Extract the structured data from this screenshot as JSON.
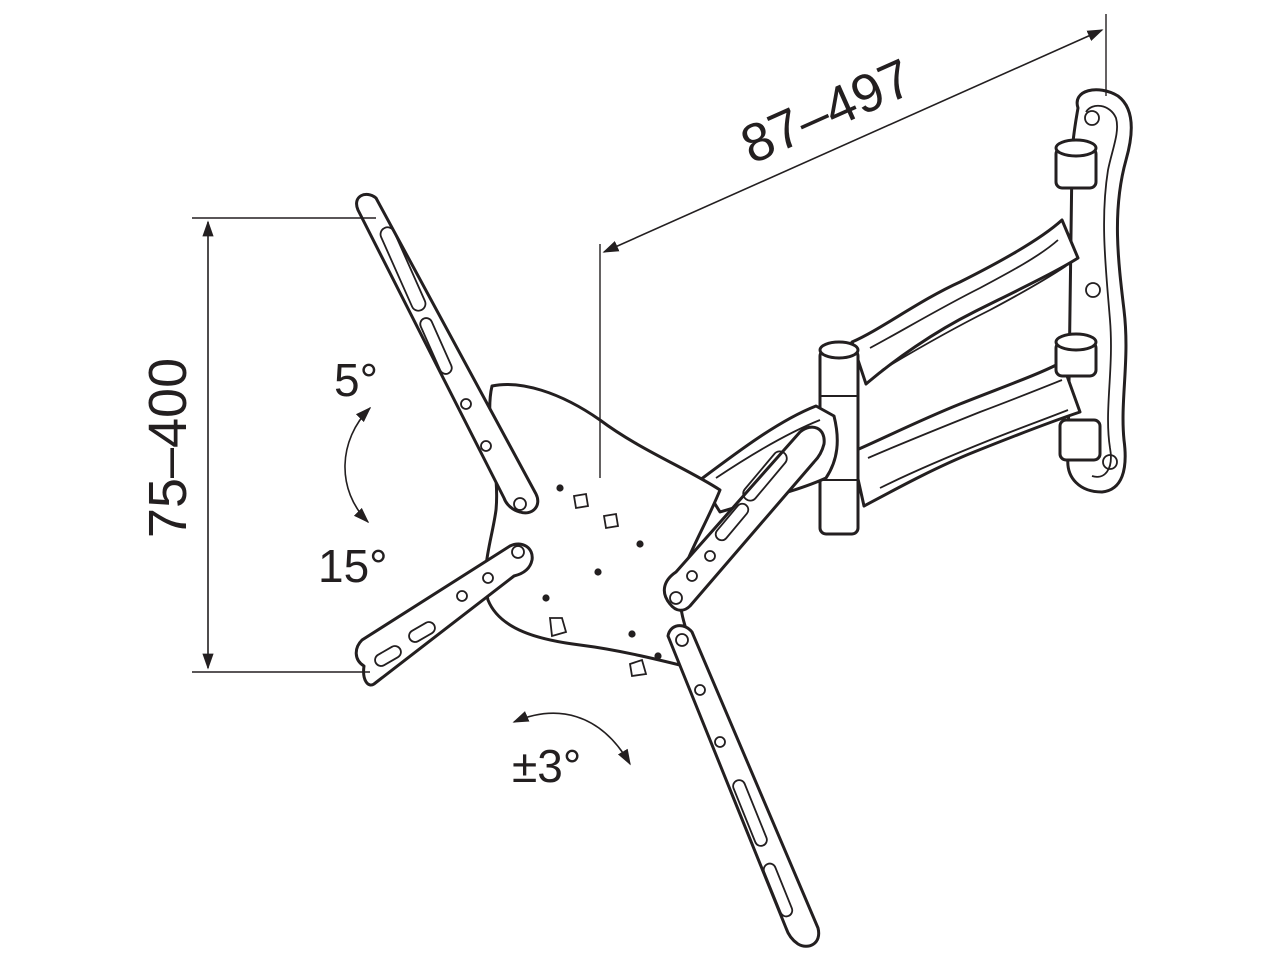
{
  "dimensions": {
    "width_range": "87–497",
    "height_range": "75–400"
  },
  "angles": {
    "tilt_up": "5°",
    "tilt_down": "15°",
    "rotation": "±3°"
  }
}
